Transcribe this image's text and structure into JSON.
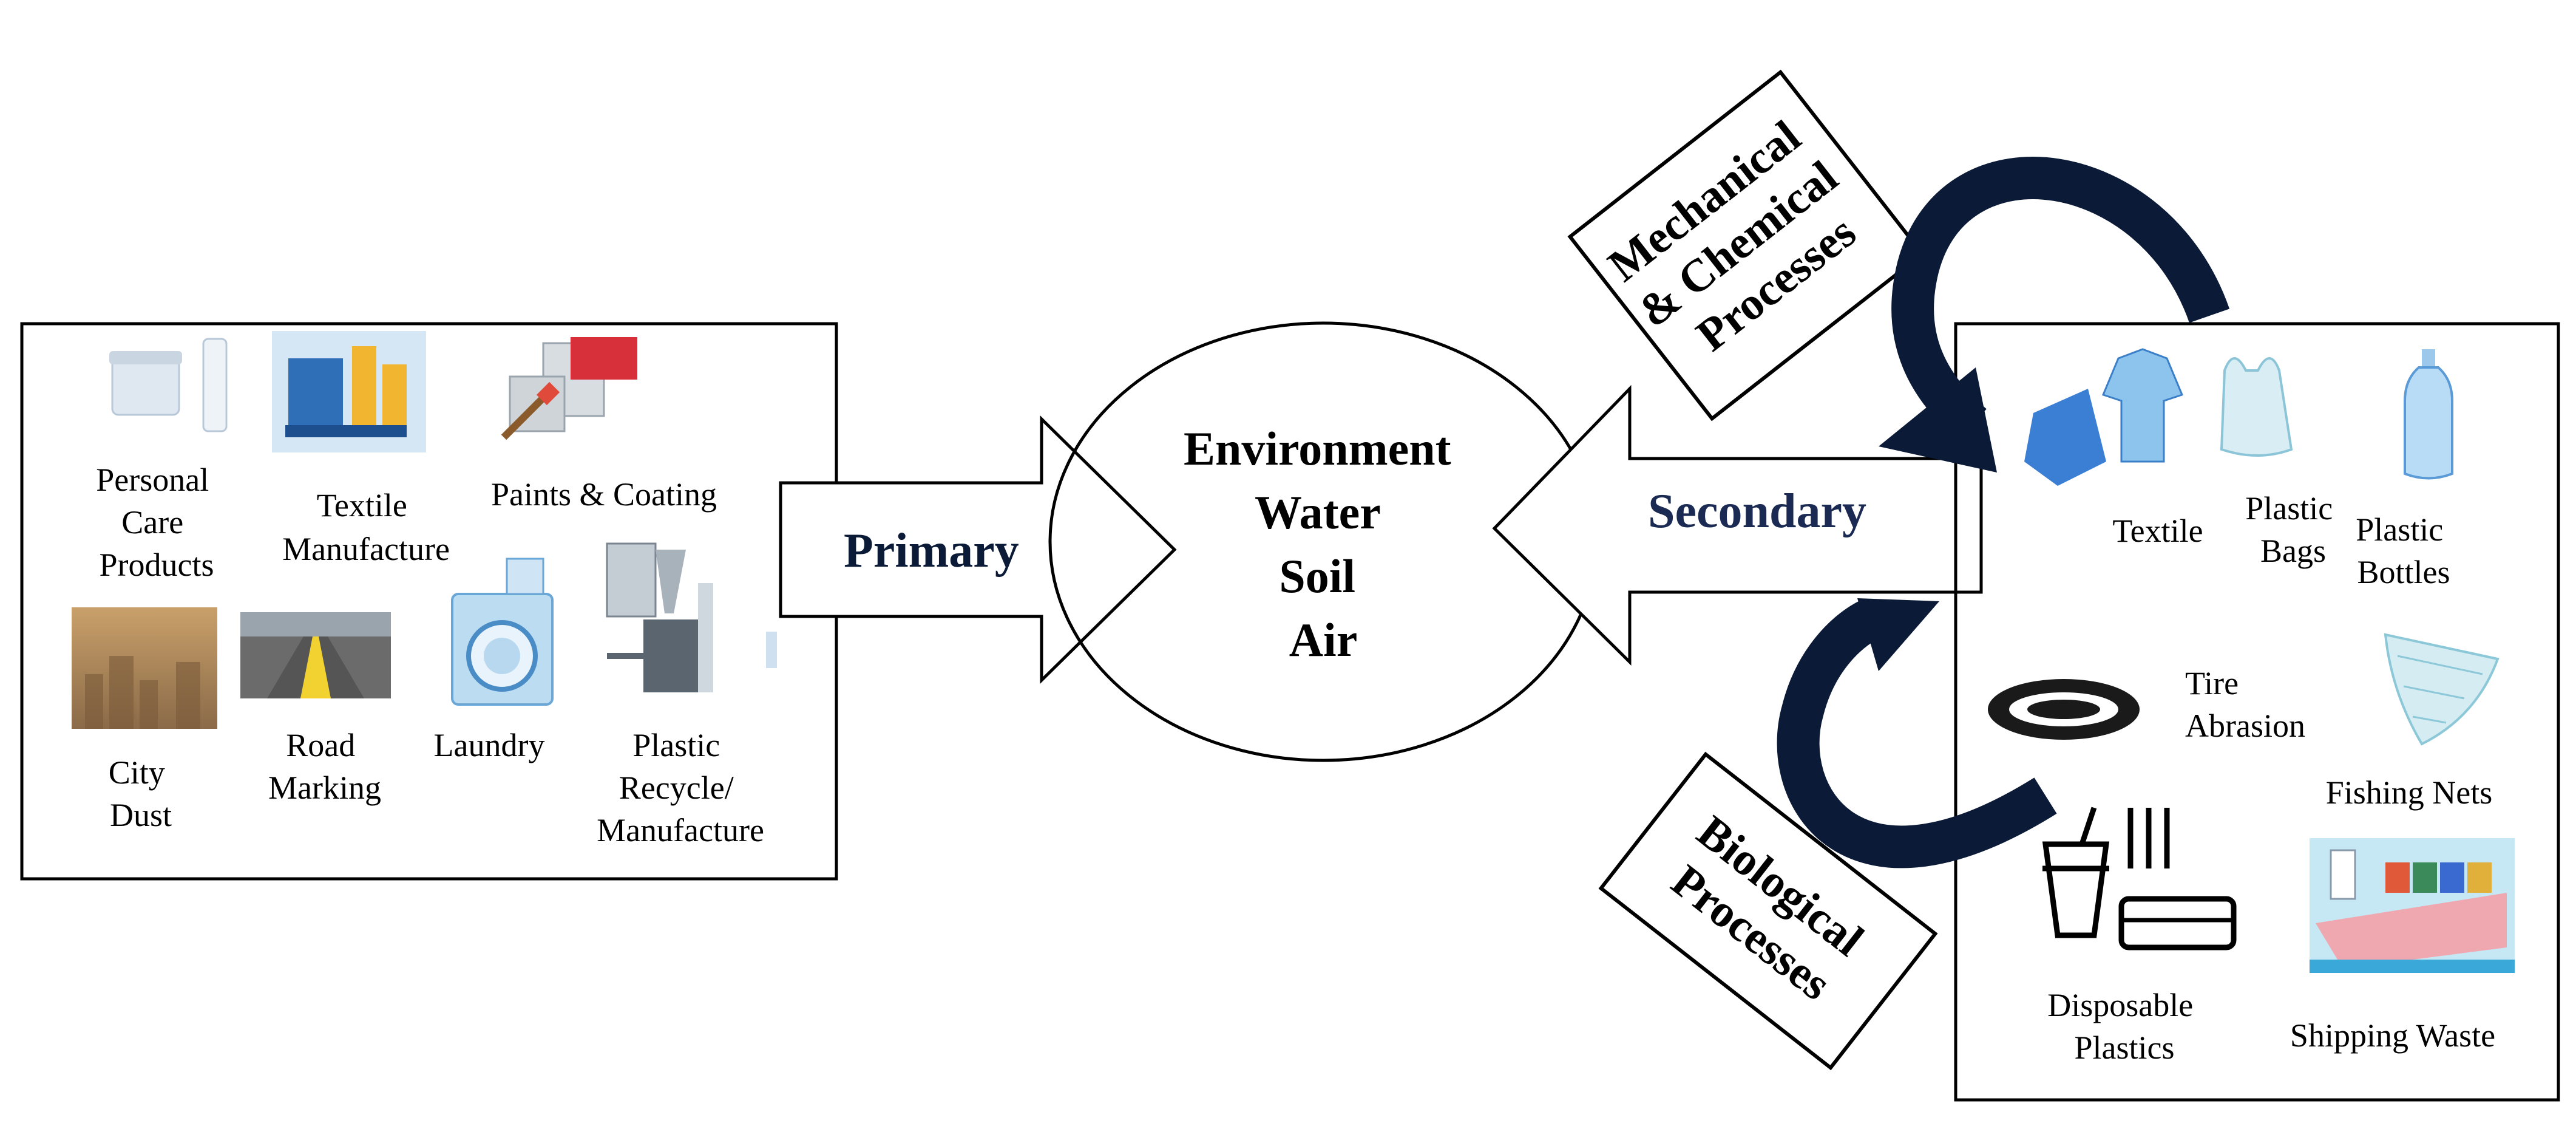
{
  "colors": {
    "navy": "#0b1a36",
    "stroke": "#000000",
    "background": "#ffffff"
  },
  "center": {
    "lines": [
      "Environment",
      "Water",
      "Soil",
      "Air"
    ]
  },
  "flows": {
    "primary": "Primary",
    "secondary": "Secondary"
  },
  "processes": {
    "mechanical": [
      "Mechanical",
      "& Chemical",
      "Processes"
    ],
    "biological": [
      "Biological",
      "Processes"
    ]
  },
  "primary_sources": [
    {
      "lines": [
        "Personal",
        "Care",
        "Products"
      ],
      "icon": "cosmetics-jar-icon"
    },
    {
      "lines": [
        "Textile",
        "Manufacture"
      ],
      "icon": "textile-machine-icon"
    },
    {
      "lines": [
        "Paints & Coating"
      ],
      "icon": "paint-cans-icon"
    },
    {
      "lines": [
        "City",
        "Dust"
      ],
      "icon": "city-dust-icon"
    },
    {
      "lines": [
        "Road",
        "Marking"
      ],
      "icon": "road-icon"
    },
    {
      "lines": [
        "Laundry"
      ],
      "icon": "washing-machine-icon"
    },
    {
      "lines": [
        "Plastic",
        "Recycle/",
        "Manufacture"
      ],
      "icon": "recycling-plant-icon"
    }
  ],
  "secondary_sources": [
    {
      "lines": [
        "Textile"
      ],
      "icon": "textile-clothes-icon"
    },
    {
      "lines": [
        "Plastic",
        "Bags"
      ],
      "icon": "plastic-bag-icon"
    },
    {
      "lines": [
        "Plastic",
        "Bottles"
      ],
      "icon": "plastic-bottle-icon"
    },
    {
      "lines": [
        "Tire",
        "Abrasion"
      ],
      "icon": "tire-icon"
    },
    {
      "lines": [
        "Fishing Nets"
      ],
      "icon": "fishing-net-icon"
    },
    {
      "lines": [
        "Disposable",
        "Plastics"
      ],
      "icon": "disposable-cup-icon"
    },
    {
      "lines": [
        "Shipping Waste"
      ],
      "icon": "cargo-ship-icon"
    }
  ]
}
